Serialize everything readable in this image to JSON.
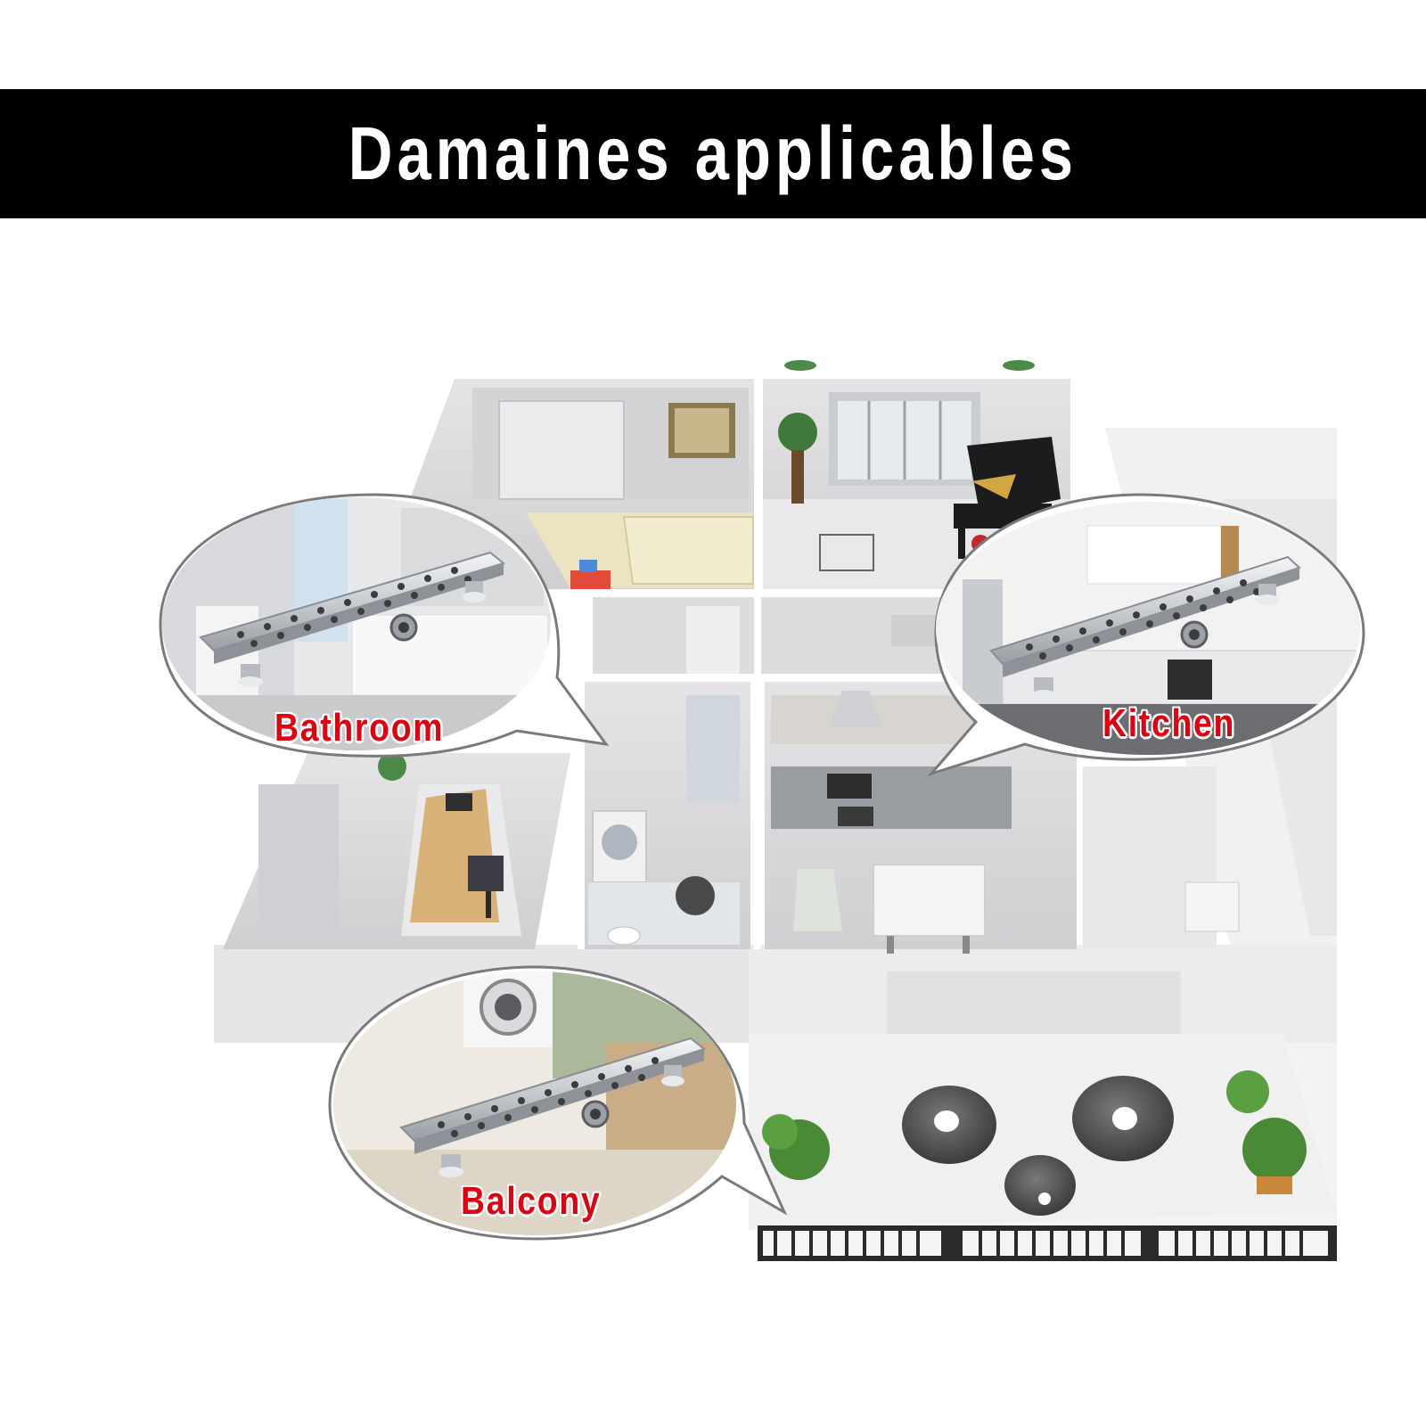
{
  "banner": {
    "title": "Damaines applicables"
  },
  "callouts": {
    "bathroom": {
      "label": "Bathroom"
    },
    "kitchen": {
      "label": "Kitchen"
    },
    "balcony": {
      "label": "Balcony"
    }
  },
  "colors": {
    "banner_bg": "#000000",
    "banner_text": "#ffffff",
    "label_red": "#e00010",
    "wall_grey": "#d8d8da",
    "floor_grey": "#eeeeef"
  },
  "icons": [
    "linear-drain-icon",
    "plant-icon",
    "piano-icon",
    "pouf-icon"
  ]
}
